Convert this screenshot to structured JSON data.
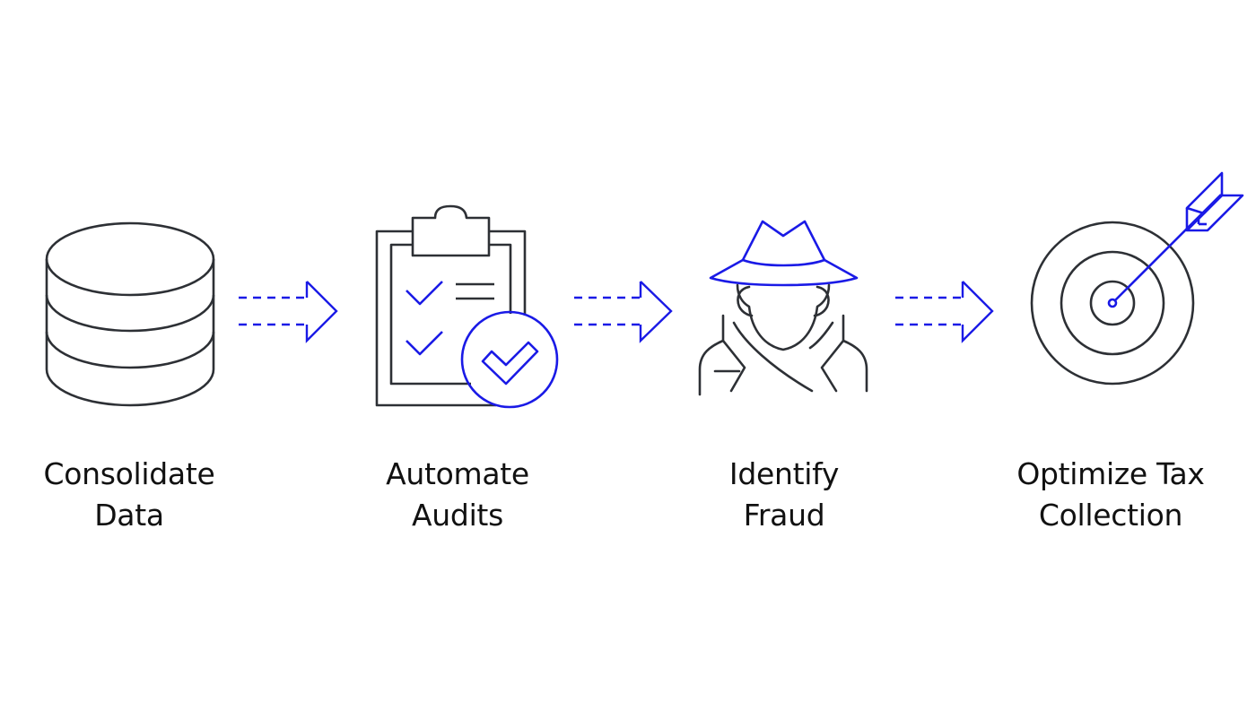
{
  "colors": {
    "outline": "#2d3035",
    "accent": "#1a1ae6",
    "text": "#111111",
    "background": "#ffffff"
  },
  "steps": [
    {
      "icon": "database-icon",
      "line1": "Consolidate",
      "line2": "Data"
    },
    {
      "icon": "clipboard-checklist-icon",
      "line1": "Automate",
      "line2": "Audits"
    },
    {
      "icon": "detective-icon",
      "line1": "Identify",
      "line2": "Fraud"
    },
    {
      "icon": "target-arrow-icon",
      "line1": "Optimize Tax",
      "line2": "Collection"
    }
  ],
  "connectors": [
    "dashed-arrow-icon",
    "dashed-arrow-icon",
    "dashed-arrow-icon"
  ]
}
